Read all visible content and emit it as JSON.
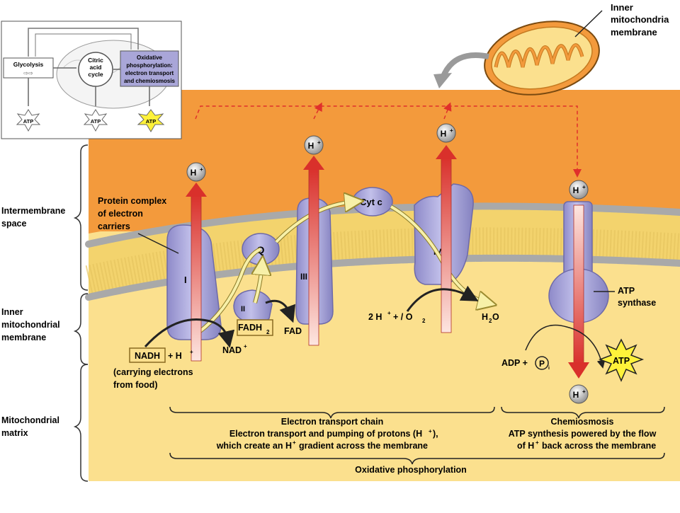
{
  "overview": {
    "glycolysis": "Glycolysis",
    "citric_line1": "Citric",
    "citric_line2": "acid",
    "citric_line3": "cycle",
    "oxphos_line1": "Oxidative",
    "oxphos_line2": "phosphorylation:",
    "oxphos_line3": "electron transport",
    "oxphos_line4": "and chemiosmosis",
    "atp_label": "ATP"
  },
  "mito_label": {
    "line1": "Inner",
    "line2": "mitochondria",
    "line3": "membrane"
  },
  "regions": {
    "intermembrane_line1": "Intermembrane",
    "intermembrane_line2": "space",
    "inner_line1": "Inner",
    "inner_line2": "mitochondrial",
    "inner_line3": "membrane",
    "matrix_line1": "Mitochondrial",
    "matrix_line2": "matrix"
  },
  "labels": {
    "protein_complex_line1": "Protein complex",
    "protein_complex_line2": "of electron",
    "protein_complex_line3": "carriers",
    "complex_I": "I",
    "complex_II": "II",
    "complex_III": "III",
    "complex_IV": "IV",
    "q": "Q",
    "cyt_c": "Cyt c",
    "h_plus": "H",
    "nadh": "NADH",
    "plus_h": "+ H",
    "nad": "NAD",
    "fadh2": "FADH",
    "fad": "FAD",
    "two_h_o2": "2 H",
    "o2_part": "+ / O",
    "h2o": "H",
    "carrying_line1": "(carrying electrons",
    "carrying_line2": "from food)",
    "adp_p": "ADP +",
    "p_circle": "P",
    "atp": "ATP",
    "atp_synthase_line1": "ATP",
    "atp_synthase_line2": "synthase"
  },
  "captions": {
    "etc_line1": "Electron transport chain",
    "etc_line2": "Electron transport and pumping of protons (H",
    "etc_line3": "which create an H",
    "etc_line3b": "gradient across the membrane",
    "chemi_line1": "Chemiosmosis",
    "chemi_line2": "ATP synthesis powered by the flow",
    "chemi_line3": "of H",
    "chemi_line3b": "back across the membrane",
    "oxphos": "Oxidative phosphorylation"
  },
  "colors": {
    "intermembrane": "#f39a3c",
    "matrix": "#fbe08e",
    "protein": "#a9a6d8",
    "protein_stroke": "#6e6aa8",
    "proton_arrow": "#d9302b",
    "head": "#9a9a9a",
    "tail": "#e6c560"
  }
}
